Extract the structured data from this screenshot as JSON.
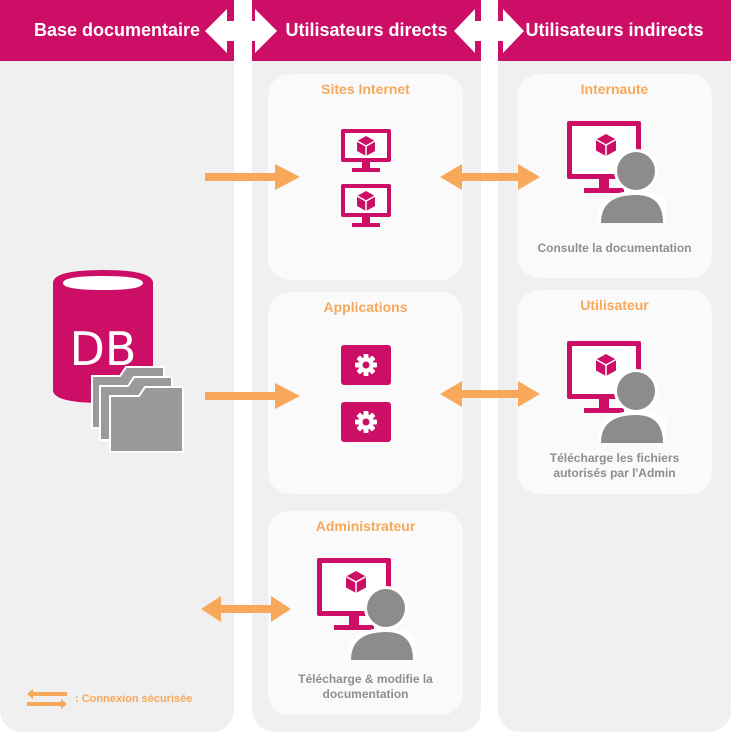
{
  "columns": [
    {
      "title": "Base documentaire"
    },
    {
      "title": "Utilisateurs directs"
    },
    {
      "title": "Utilisateurs indirects"
    }
  ],
  "database": {
    "label": "DB"
  },
  "cards": {
    "sites": {
      "title": "Sites Internet"
    },
    "applications": {
      "title": "Applications"
    },
    "administrateur": {
      "title": "Administrateur",
      "description": "Télécharge & modifie la\ndocumentation"
    },
    "internaute": {
      "title": "Internaute",
      "description": "Consulte la documentation"
    },
    "utilisateur": {
      "title": "Utilisateur",
      "description": "Télécharge les fichiers\nautorisés par l'Admin"
    }
  },
  "legend": {
    "label": ": Connexion sécurisée"
  },
  "colors": {
    "header": "#cc0e66",
    "accent": "#f7a85a",
    "icon": "#cc0e66",
    "person": "#8c8c8c",
    "panel": "#f0f0f0"
  }
}
